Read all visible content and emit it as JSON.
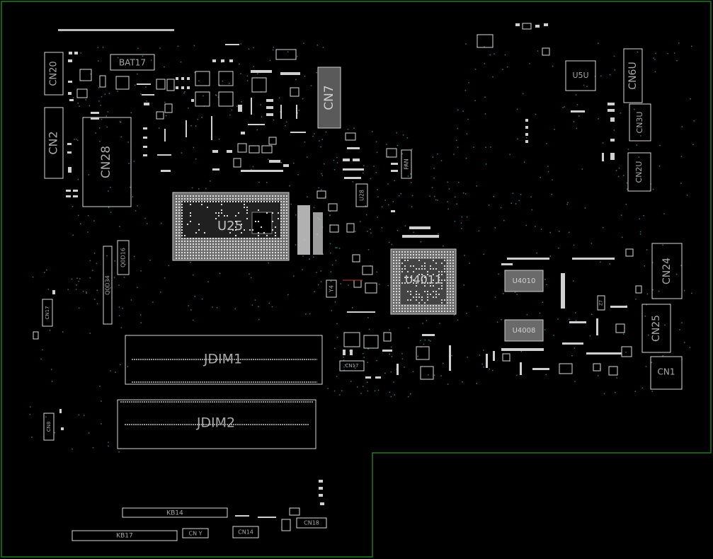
{
  "labels": {
    "bat17": "BAT17",
    "cn20": "CN20",
    "cn2": "CN2",
    "cn28": "CN28",
    "cn7": "CN7",
    "u25": "U25",
    "u28": "U28",
    "fan": "FAN",
    "q0d16": "Q0D16",
    "q0d34": "Q0D34",
    "cn17_left": "CN17",
    "cn8_left": "CN8",
    "jdim1": "JDIM1",
    "jdim2": "JDIM2",
    "y4": "Y4",
    "u4011": "U4011",
    "u4010": "U4010",
    "u4008": "U4008",
    "u5u": "U5U",
    "cn6u": "CN6U",
    "cn3u": "CN3U",
    "cn2u": "CN2U",
    "cn24": "CN24",
    "cn25": "CN25",
    "cn1": "CN1",
    "kb14": "KB14",
    "kb17": "KB17",
    "cn_y": "CN Y",
    "cn14": "CN14",
    "cn18": "CN18",
    "cn17_mid": "CN17",
    "z7": "Z7"
  },
  "colors": {
    "background": "#000000",
    "outline": "#1f7a1f",
    "silkscreen": "#d8d8d8",
    "label": "#a8a8a8",
    "via": "#2a7a72"
  }
}
